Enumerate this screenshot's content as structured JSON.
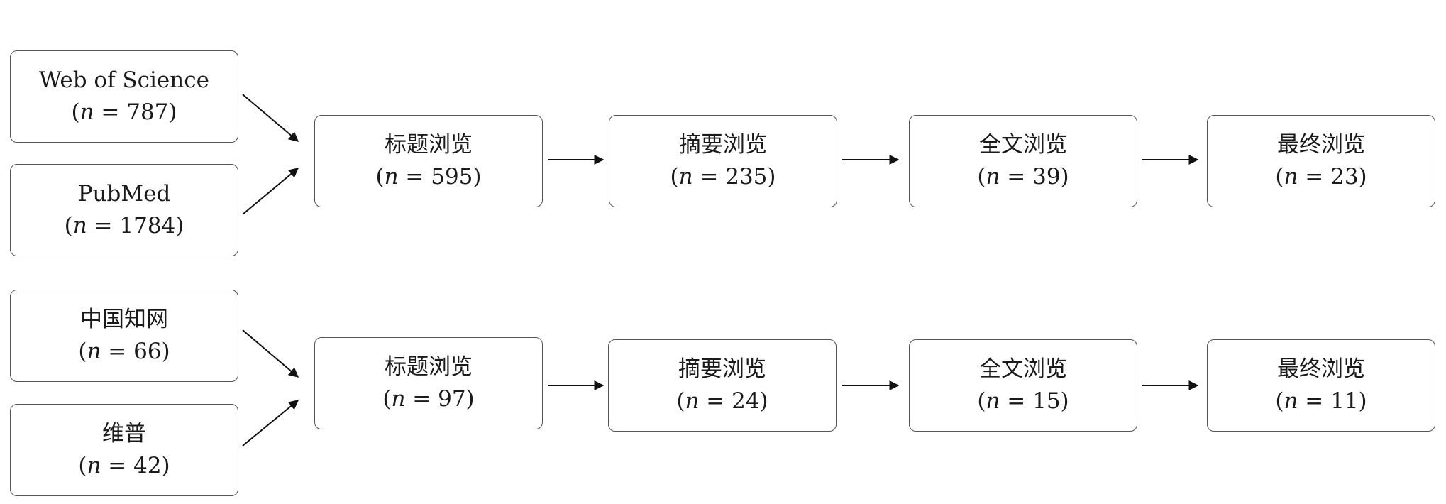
{
  "row1": {
    "sources": [
      {
        "title": "Web of Science",
        "count": "787"
      },
      {
        "title": "PubMed",
        "count": "1784"
      }
    ],
    "stages": [
      {
        "title": "标题浏览",
        "count": "595"
      },
      {
        "title": "摘要浏览",
        "count": "235"
      },
      {
        "title": "全文浏览",
        "count": "39"
      },
      {
        "title": "最终浏览",
        "count": "23"
      }
    ]
  },
  "row2": {
    "sources": [
      {
        "title": "中国知网",
        "count": "66"
      },
      {
        "title": "维普",
        "count": "42"
      }
    ],
    "stages": [
      {
        "title": "标题浏览",
        "count": "97"
      },
      {
        "title": "摘要浏览",
        "count": "24"
      },
      {
        "title": "全文浏览",
        "count": "15"
      },
      {
        "title": "最终浏览",
        "count": "11"
      }
    ]
  },
  "labels": {
    "n": "n",
    "eq": " = "
  }
}
